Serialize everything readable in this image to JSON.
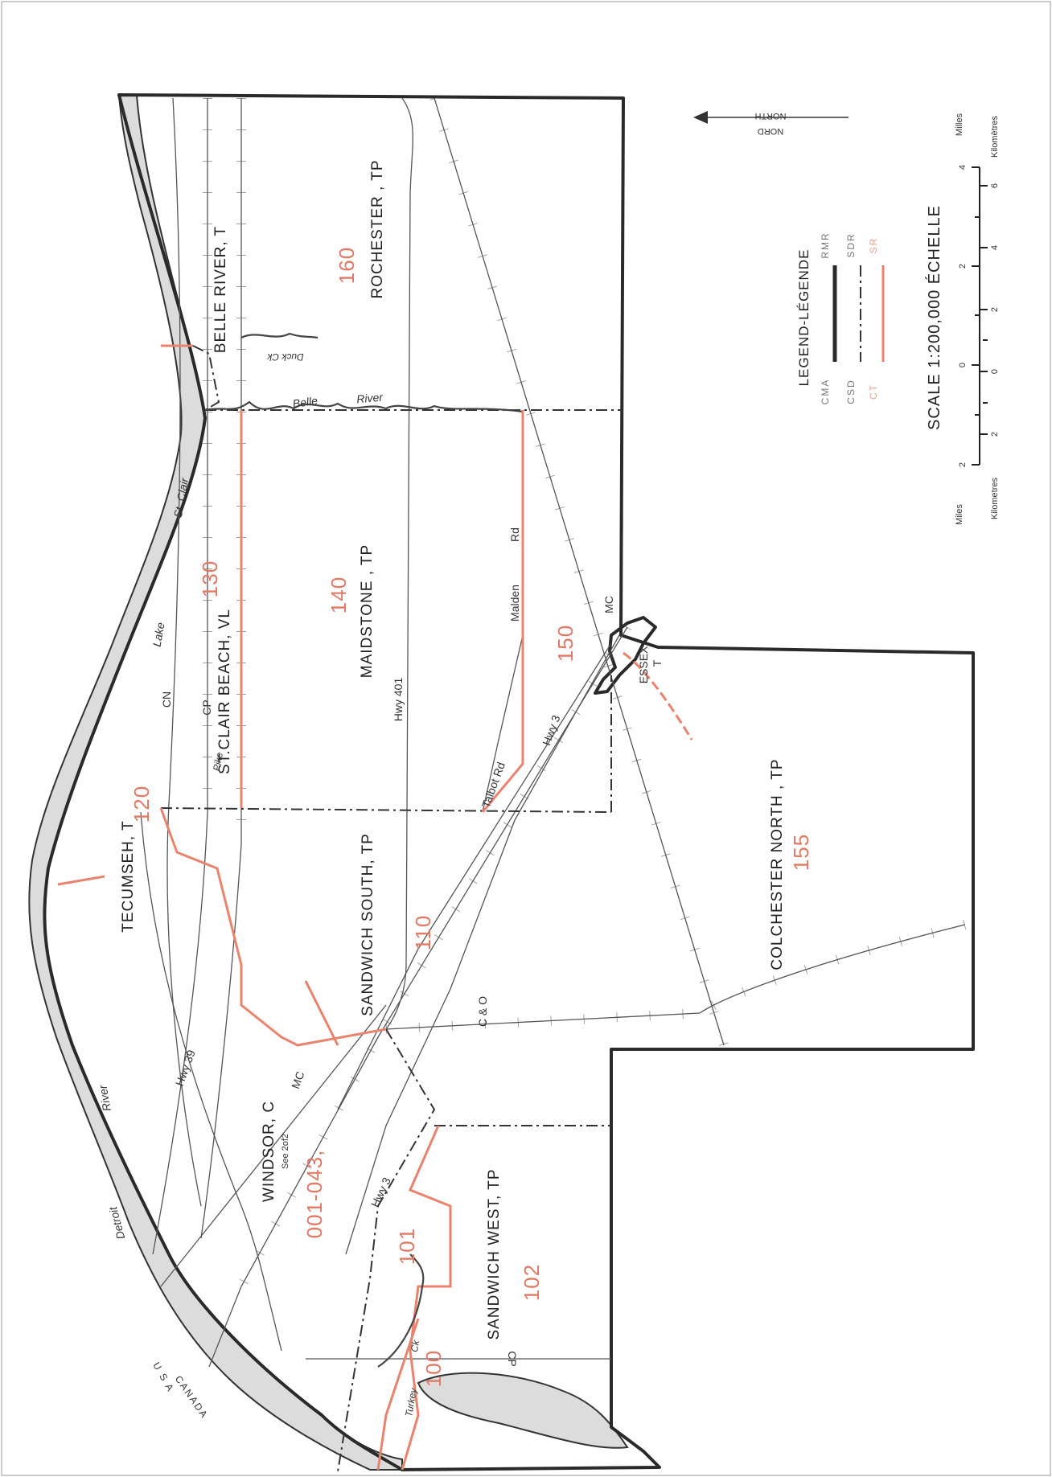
{
  "legend": {
    "title": "LEGEND-LÉGENDE",
    "items": [
      {
        "en": "CMA",
        "fr": "RMR",
        "style": "solid-heavy",
        "color": "#2a2a2a"
      },
      {
        "en": "CSD",
        "fr": "SDR",
        "style": "dash-dot",
        "color": "#333333"
      },
      {
        "en": "CT",
        "fr": "SR",
        "style": "solid-red",
        "color": "#e8836e"
      }
    ]
  },
  "scale": {
    "title": "SCALE 1:200,000 ÉCHELLE",
    "miles_label": "Miles",
    "milles_label": "Milles",
    "km_label": "Kilometres",
    "km_label_fr": "Kilomètres",
    "mile_ticks": [
      "2",
      "0",
      "2",
      "4"
    ],
    "km_ticks": [
      "2",
      "0",
      "2",
      "4",
      "6"
    ]
  },
  "north": {
    "en": "NORTH",
    "fr": "NORD"
  },
  "subdivisions": [
    {
      "name": "ROCHESTER , TP",
      "ct": "160"
    },
    {
      "name": "BELLE RIVER, T"
    },
    {
      "name": "MAIDSTONE , TP",
      "ct": "140"
    },
    {
      "name": "ST.CLAIR BEACH, VL",
      "ct": "130"
    },
    {
      "name": "TECUMSEH, T",
      "ct": "120"
    },
    {
      "name": "SANDWICH SOUTH, TP",
      "ct": "110"
    },
    {
      "name": "WINDSOR, C",
      "note": "See 2of2",
      "ct": "001-043,"
    },
    {
      "name": "SANDWICH WEST, TP",
      "ct": "102"
    },
    {
      "name": "ESSEX,",
      "type": "T"
    },
    {
      "name": "COLCHESTER NORTH , TP",
      "ct": "155"
    }
  ],
  "extra_ct": [
    "150",
    "101",
    "100"
  ],
  "features": {
    "lake": [
      "Lake",
      "St. Clair"
    ],
    "river": [
      "Detroit",
      "River"
    ],
    "belle_river": [
      "Belle",
      "River"
    ],
    "duck_creek": "Duck Ck",
    "pike_creek": "Pike",
    "turkey_creek": [
      "Turkey",
      "Ck"
    ],
    "country_a": "U S A",
    "country_b": "CANADA"
  },
  "roads": {
    "hwy401": "Hwy 401",
    "hwy3_a": "Hwy 3",
    "hwy3_b": "Hwy 3",
    "hwy39": "Hwy 39",
    "talbot": "Talbot Rd",
    "malden_a": "Malden",
    "malden_b": "Rd"
  },
  "railways": {
    "cn": "CN",
    "cp_a": "CP",
    "cp_b": "CP",
    "mc_a": "MC",
    "mc_b": "MC",
    "co": "C & O"
  }
}
